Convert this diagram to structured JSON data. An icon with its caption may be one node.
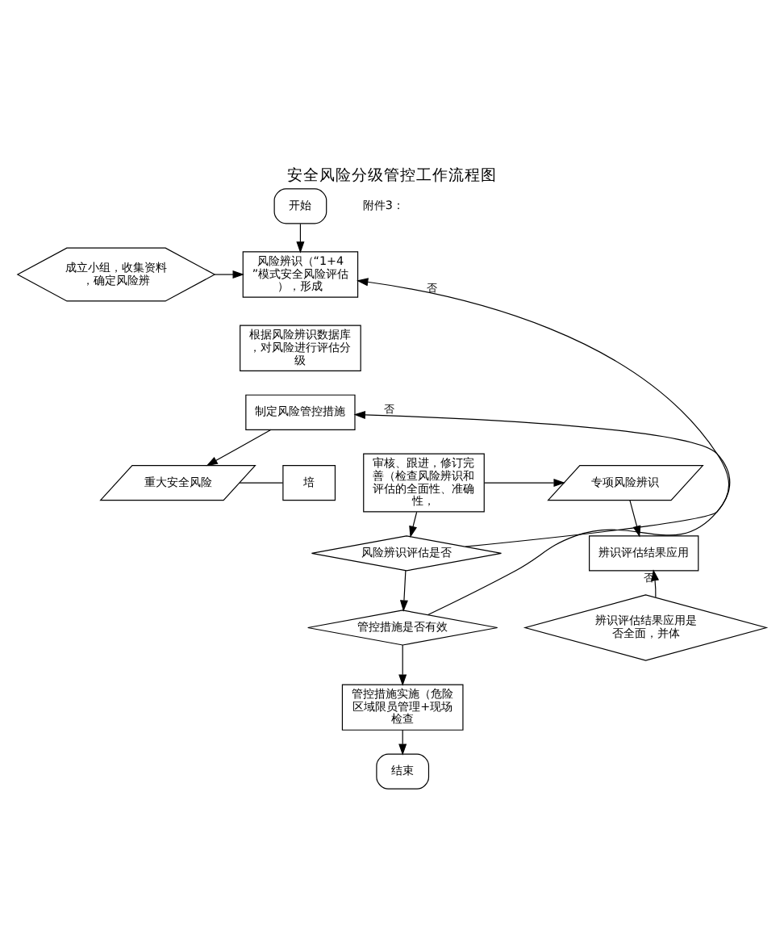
{
  "diagram": {
    "title": "安全风险分级管控工作流程图",
    "nodes": [
      {
        "text": [
          "开始"
        ]
      },
      {
        "text": [
          "成立小组，收集资料，确定风险辨"
        ]
      },
      {
        "text": [
          "风险辨识（“1+4”模式安全风险评估），形成"
        ]
      },
      {
        "text": [
          "根据风险辨识数据库，对风险进行评估分级"
        ]
      },
      {
        "text": [
          "制定风险管控措施"
        ]
      },
      {
        "text": [
          "重大安全风险"
        ]
      },
      {
        "text": [
          "培"
        ]
      },
      {
        "text": [
          "审核、跟进，修订完善（检查风险辨识和评估的全面性、准确性，"
        ]
      },
      {
        "text": [
          "专项风险辨识"
        ]
      },
      {
        "text": [
          "风险辨识评估是否"
        ]
      },
      {
        "text": [
          "管控措施是否有效"
        ]
      },
      {
        "text": [
          "管控措施实施（危险区域限员管理+现场检查"
        ]
      },
      {
        "text": [
          "结束"
        ]
      },
      {
        "text": [
          "辨识评估结果应用"
        ]
      },
      {
        "text": [
          "辨识评估结果应用是否全面，并体"
        ]
      }
    ],
    "edges": [
      {
        "from": 0,
        "to": 2,
        "arrow": "to"
      },
      {
        "from": 1,
        "to": 2,
        "arrow": "to"
      },
      {
        "from": 9,
        "to": 2,
        "arrow": "to",
        "label": "否"
      },
      {
        "from": 10,
        "to": 4,
        "arrow": "to",
        "label": "否"
      },
      {
        "from": 4,
        "to": 5,
        "arrow": "to"
      },
      {
        "from": 5,
        "to": 6,
        "arrow": "none"
      },
      {
        "from": 7,
        "to": 9,
        "arrow": "to"
      },
      {
        "from": 7,
        "to": 8,
        "arrow": "to"
      },
      {
        "from": 9,
        "to": 10,
        "arrow": "to"
      },
      {
        "from": 10,
        "to": 11,
        "arrow": "to"
      },
      {
        "from": 11,
        "to": 12,
        "arrow": "to"
      },
      {
        "from": 8,
        "to": 13,
        "arrow": "to"
      },
      {
        "from": 14,
        "to": 13,
        "arrow": "to",
        "label": "否"
      }
    ],
    "labels": [
      "附件3："
    ]
  }
}
